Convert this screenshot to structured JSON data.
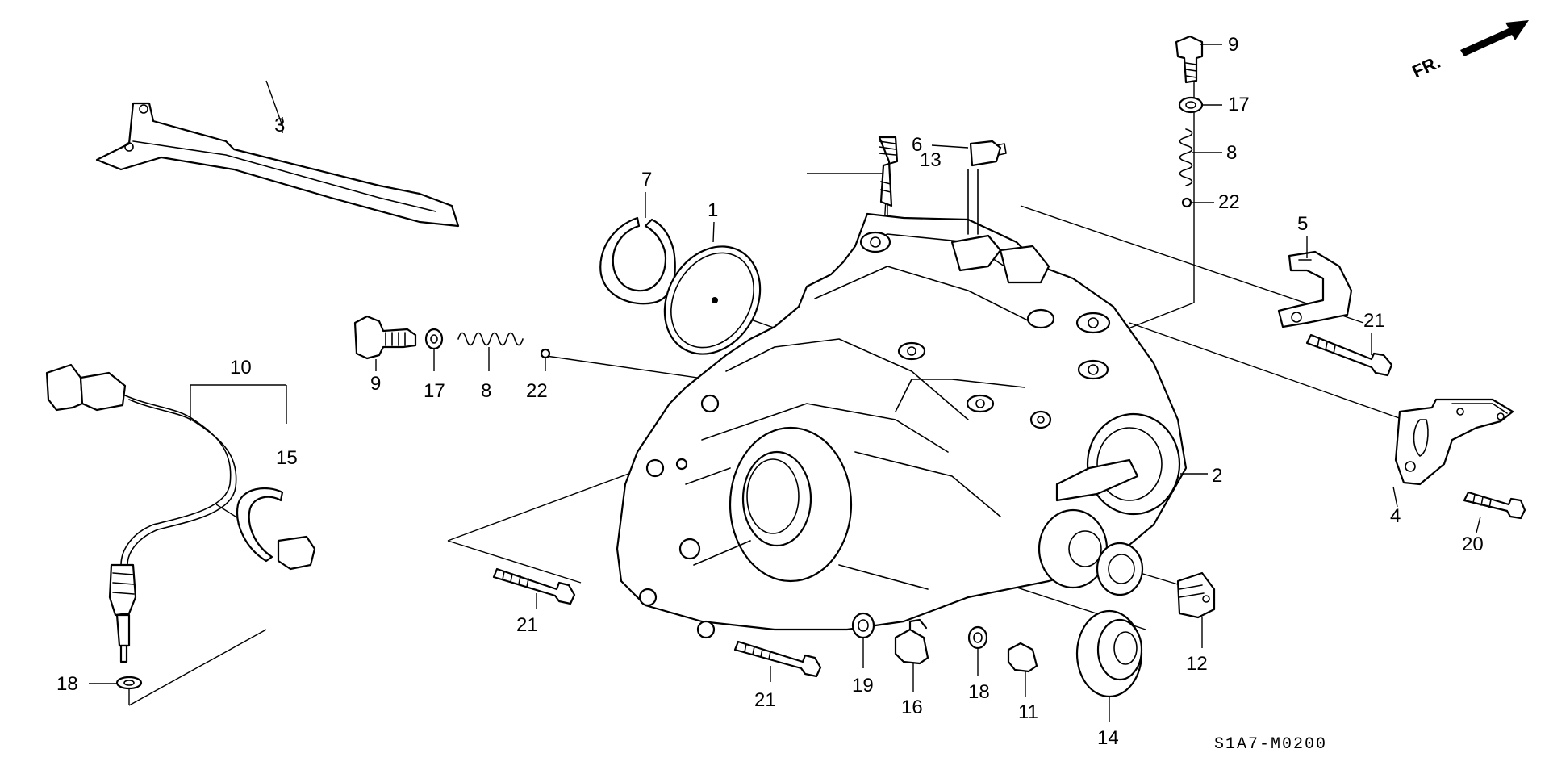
{
  "diagram": {
    "part_labels": [
      "1",
      "2",
      "3",
      "4",
      "5",
      "6",
      "7",
      "8",
      "9",
      "10",
      "11",
      "12",
      "13",
      "14",
      "15",
      "16",
      "17",
      "18",
      "19",
      "20",
      "21",
      "22"
    ],
    "repeat_labels": {
      "n8b": "8",
      "n9b": "9",
      "n17b": "17",
      "n18b": "18",
      "n21b": "21",
      "n21c": "21",
      "n22b": "22"
    },
    "direction_marker": "FR.",
    "diagram_code": "S1A7-M0200"
  }
}
